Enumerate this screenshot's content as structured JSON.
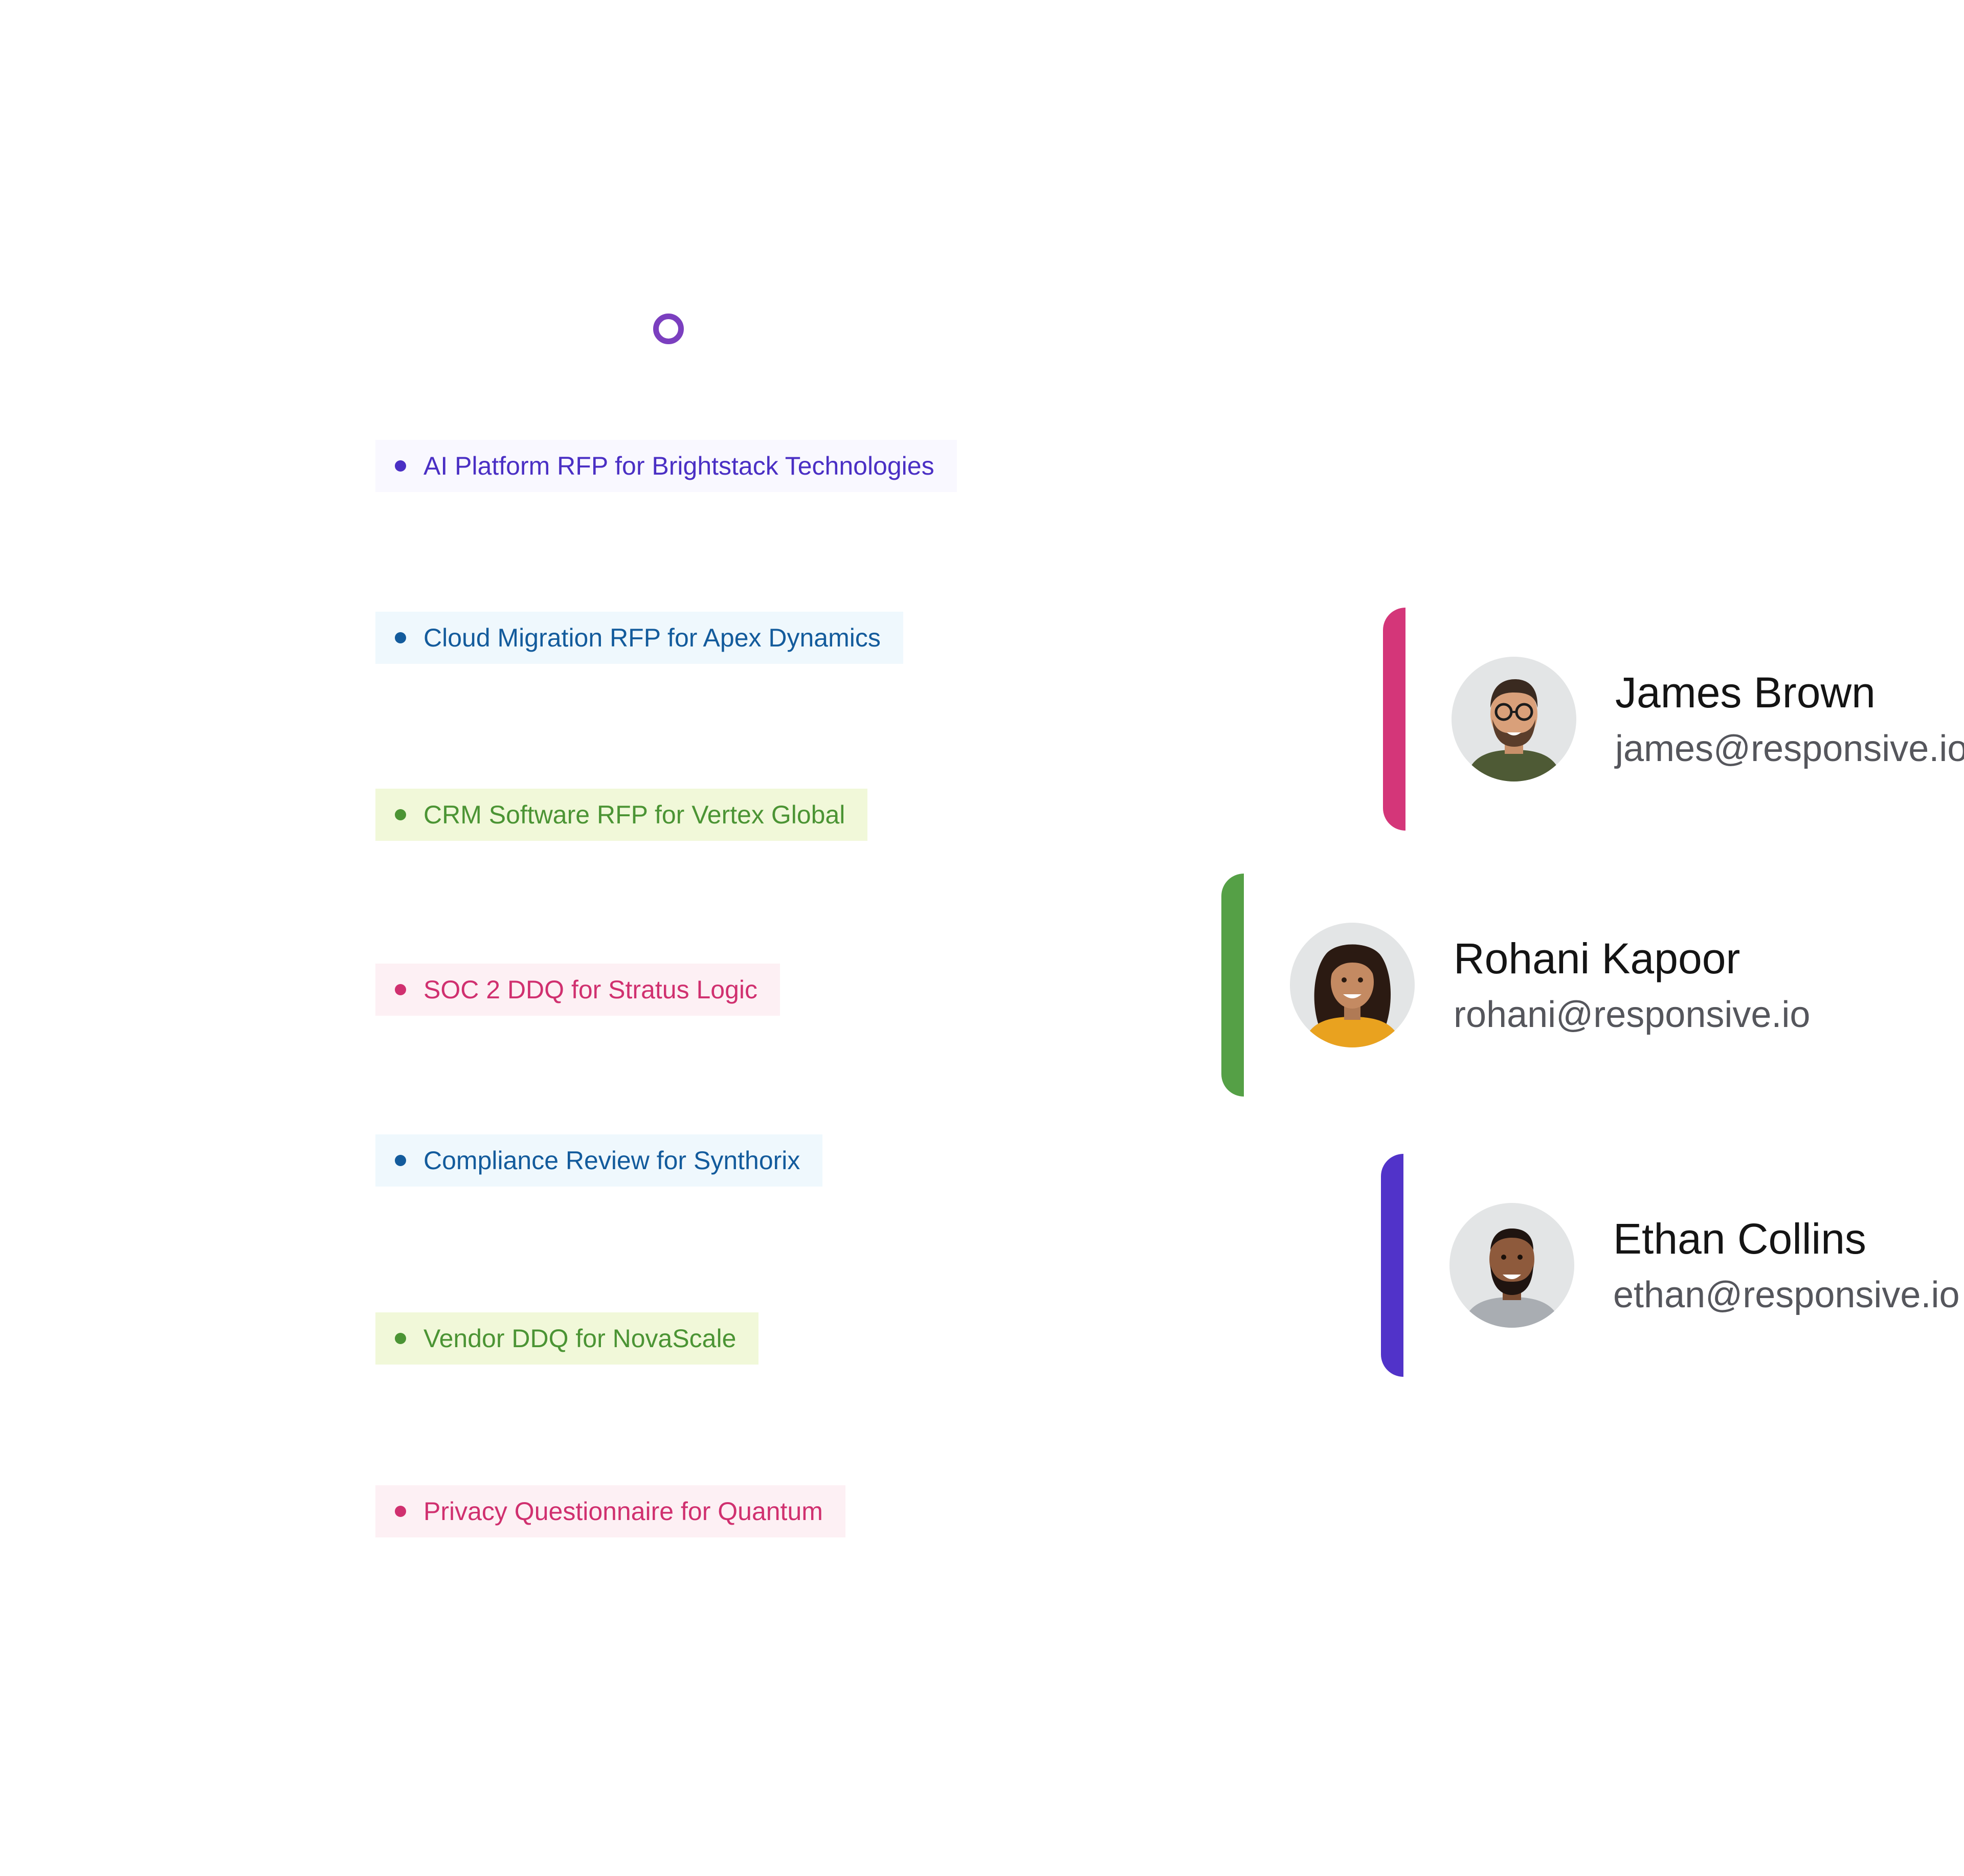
{
  "projects": [
    {
      "label": "AI Platform RFP for Brightstack Technologies",
      "color": "#4a2fc4"
    },
    {
      "label": "Cloud Migration RFP for Apex Dynamics",
      "color": "#135b9c"
    },
    {
      "label": "CRM Software RFP for Vertex Global",
      "color": "#4b9434"
    },
    {
      "label": "SOC 2 DDQ for Stratus Logic",
      "color": "#d0306f"
    },
    {
      "label": "Compliance Review for Synthorix",
      "color": "#135b9c"
    },
    {
      "label": "Vendor DDQ for NovaScale",
      "color": "#4b9434"
    },
    {
      "label": "Privacy Questionnaire for Quantum",
      "color": "#d0306f"
    }
  ],
  "people": [
    {
      "name": "James Brown",
      "email": "james@responsive.io",
      "accent": "#d43679"
    },
    {
      "name": "Rohani Kapoor",
      "email": "rohani@responsive.io",
      "accent": "#55a046"
    },
    {
      "name": "Ethan Collins",
      "email": "ethan@responsive.io",
      "accent": "#5133c9"
    }
  ]
}
